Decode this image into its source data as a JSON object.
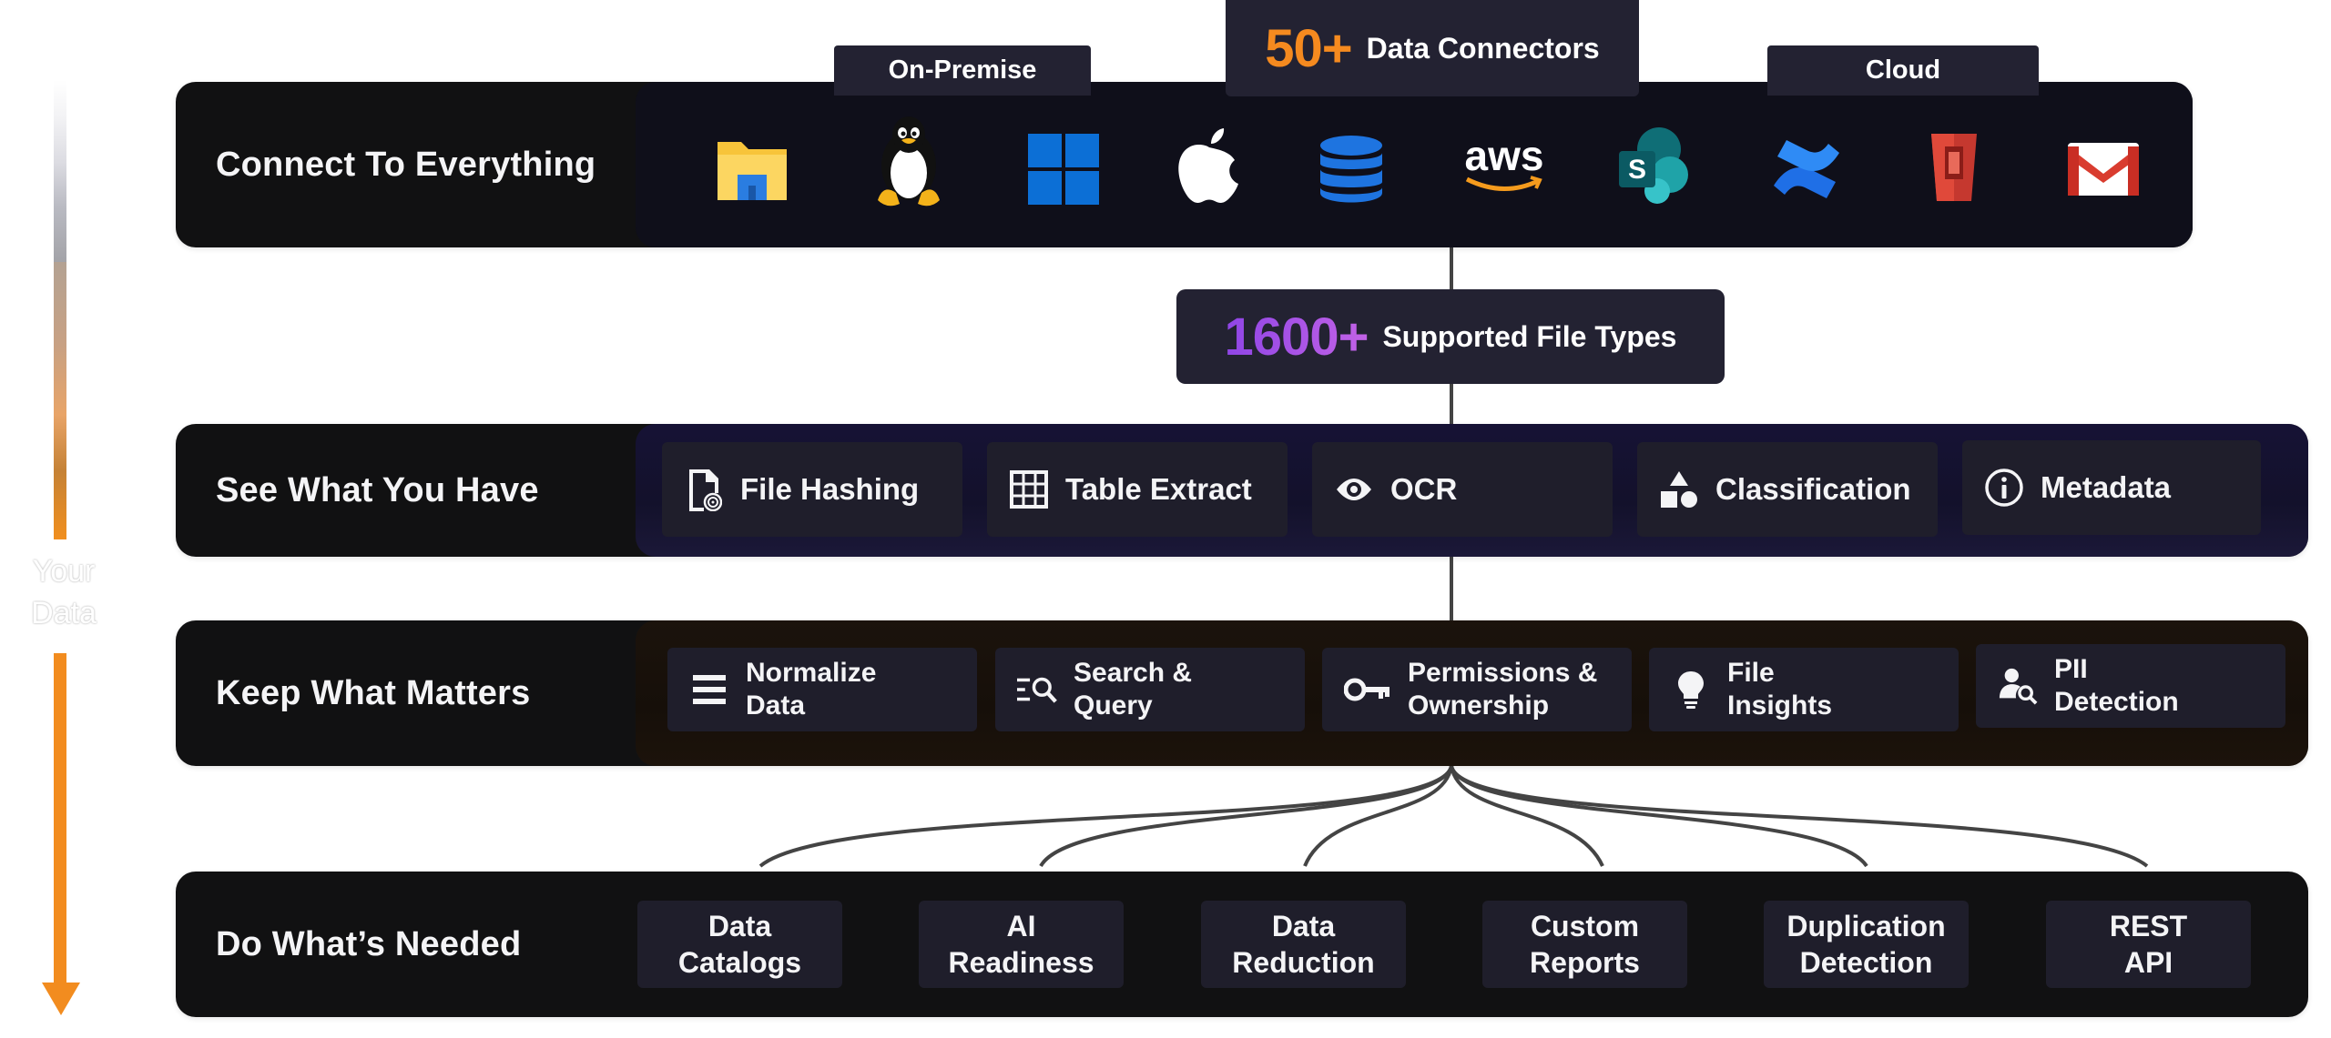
{
  "side": {
    "label_line1": "Your",
    "label_line2": "Data"
  },
  "connect": {
    "title": "Connect To Everything",
    "tag_left": "On-Premise",
    "tag_right": "Cloud",
    "connectors_number": "50+",
    "connectors_label": "Data Connectors",
    "connectors_color": "#f58a1f",
    "icons": [
      "file-explorer-icon",
      "linux-tux-icon",
      "windows-icon",
      "apple-icon",
      "database-icon",
      "aws-icon",
      "sharepoint-icon",
      "confluence-icon",
      "aws-s3-icon",
      "gmail-icon"
    ],
    "aws_text": "aws",
    "sharepoint_letter": "S"
  },
  "filetypes": {
    "number": "1600+",
    "label": "Supported File Types",
    "color": "#a455e8"
  },
  "see": {
    "title": "See What You Have",
    "items": [
      {
        "label": "File Hashing",
        "icon": "file-fingerprint-icon"
      },
      {
        "label": "Table Extract",
        "icon": "table-icon"
      },
      {
        "label": "OCR",
        "icon": "eye-icon"
      },
      {
        "label": "Classification",
        "icon": "shapes-icon"
      },
      {
        "label": "Metadata",
        "icon": "info-icon"
      }
    ]
  },
  "keep": {
    "title": "Keep What Matters",
    "items": [
      {
        "line1": "Normalize",
        "line2": "Data",
        "icon": "list-icon"
      },
      {
        "line1": "Search &",
        "line2": "Query",
        "icon": "search-list-icon"
      },
      {
        "line1": "Permissions &",
        "line2": "Ownership",
        "icon": "key-icon"
      },
      {
        "line1": "File",
        "line2": "Insights",
        "icon": "lightbulb-icon"
      },
      {
        "line1": "PII",
        "line2": "Detection",
        "icon": "user-search-icon"
      }
    ]
  },
  "do": {
    "title": "Do What’s Needed",
    "items": [
      {
        "line1": "Data",
        "line2": "Catalogs"
      },
      {
        "line1": "AI",
        "line2": "Readiness"
      },
      {
        "line1": "Data",
        "line2": "Reduction"
      },
      {
        "line1": "Custom",
        "line2": "Reports"
      },
      {
        "line1": "Duplication",
        "line2": "Detection"
      },
      {
        "line1": "REST",
        "line2": "API"
      }
    ]
  }
}
